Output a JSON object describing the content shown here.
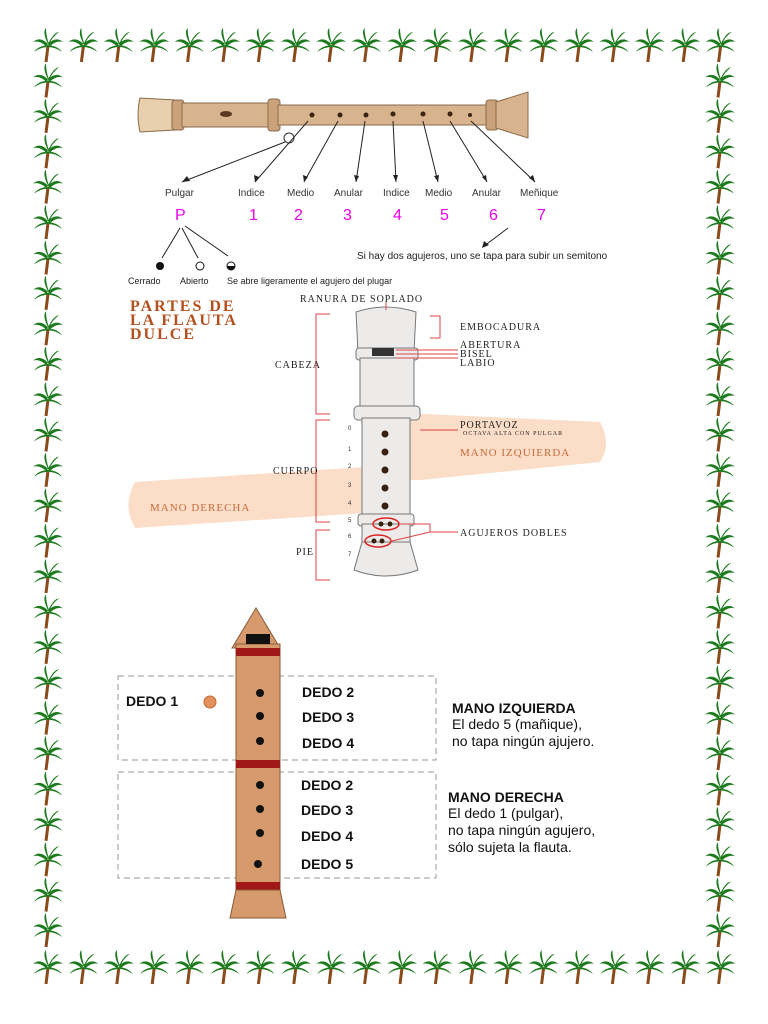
{
  "top_diagram": {
    "fingers": [
      {
        "label": "Pulgar",
        "number": "P"
      },
      {
        "label": "Indice",
        "number": "1"
      },
      {
        "label": "Medio",
        "number": "2"
      },
      {
        "label": "Anular",
        "number": "3"
      },
      {
        "label": "Indice",
        "number": "4"
      },
      {
        "label": "Medio",
        "number": "5"
      },
      {
        "label": "Anular",
        "number": "6"
      },
      {
        "label": "Meñique",
        "number": "7"
      }
    ],
    "thumb_states": [
      {
        "label": "Cerrado"
      },
      {
        "label": "Abierto"
      },
      {
        "label": "Se abre ligeramente el agujero del plugar"
      }
    ],
    "semitone_note": "Si hay dos agujeros, uno se tapa para subir un semitono"
  },
  "partes": {
    "title_lines": [
      "PARTES DE",
      "LA FLAUTA",
      "DULCE"
    ],
    "ranura": "RANURA DE SOPLADO",
    "embocadura": "EMBOCADURA",
    "abertura": "ABERTURA",
    "bisel": "BISEL",
    "labio": "LABIO",
    "cabeza": "CABEZA",
    "portavoz": "PORTAVOZ",
    "octava": "OCTAVA ALTA CON PULGAR",
    "cuerpo": "CUERPO",
    "mano_izquierda": "MANO IZQUIERDA",
    "mano_derecha": "MANO DERECHA",
    "agujeros_dobles": "AGUJEROS DOBLES",
    "pie": "PIE",
    "hole_numbers": [
      "0",
      "1",
      "2",
      "3",
      "4",
      "5",
      "6",
      "7"
    ]
  },
  "fingering": {
    "dedo1": "DEDO 1",
    "left_dedos": [
      "DEDO 2",
      "DEDO 3",
      "DEDO 4"
    ],
    "right_dedos": [
      "DEDO 2",
      "DEDO 3",
      "DEDO 4",
      "DEDO 5"
    ],
    "left_title": "MANO IZQUIERDA",
    "left_text": [
      "El dedo 5 (mañique),",
      "no tapa ningún ajujero."
    ],
    "right_title": "MANO DERECHA",
    "right_text": [
      "El dedo 1 (pulgar),",
      "no tapa ningún agujero,",
      "sólo sujeta la flauta."
    ]
  },
  "colors": {
    "palm_leaf": "#1e7a1e",
    "palm_trunk": "#8a4a1a",
    "magenta": "#ee00ee",
    "recorder_brown": "#d69a6c",
    "red_band": "#a01818",
    "hand_band": "#fbd9c2"
  }
}
